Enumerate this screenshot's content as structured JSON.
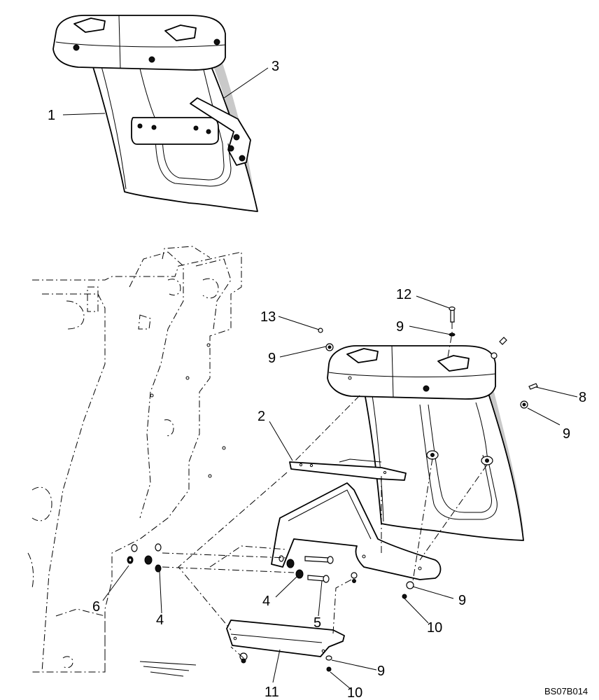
{
  "drawing_code": "BS07B014",
  "callouts": [
    {
      "id": "c1",
      "text": "1"
    },
    {
      "id": "c2",
      "text": "2"
    },
    {
      "id": "c3",
      "text": "3"
    },
    {
      "id": "c4a",
      "text": "4"
    },
    {
      "id": "c4b",
      "text": "4"
    },
    {
      "id": "c5",
      "text": "5"
    },
    {
      "id": "c6",
      "text": "6"
    },
    {
      "id": "c8",
      "text": "8"
    },
    {
      "id": "c9a",
      "text": "9"
    },
    {
      "id": "c9b",
      "text": "9"
    },
    {
      "id": "c9c",
      "text": "9"
    },
    {
      "id": "c9d",
      "text": "9"
    },
    {
      "id": "c9e",
      "text": "9"
    },
    {
      "id": "c10a",
      "text": "10"
    },
    {
      "id": "c10b",
      "text": "10"
    },
    {
      "id": "c11",
      "text": "11"
    },
    {
      "id": "c12",
      "text": "12"
    },
    {
      "id": "c13",
      "text": "13"
    }
  ]
}
